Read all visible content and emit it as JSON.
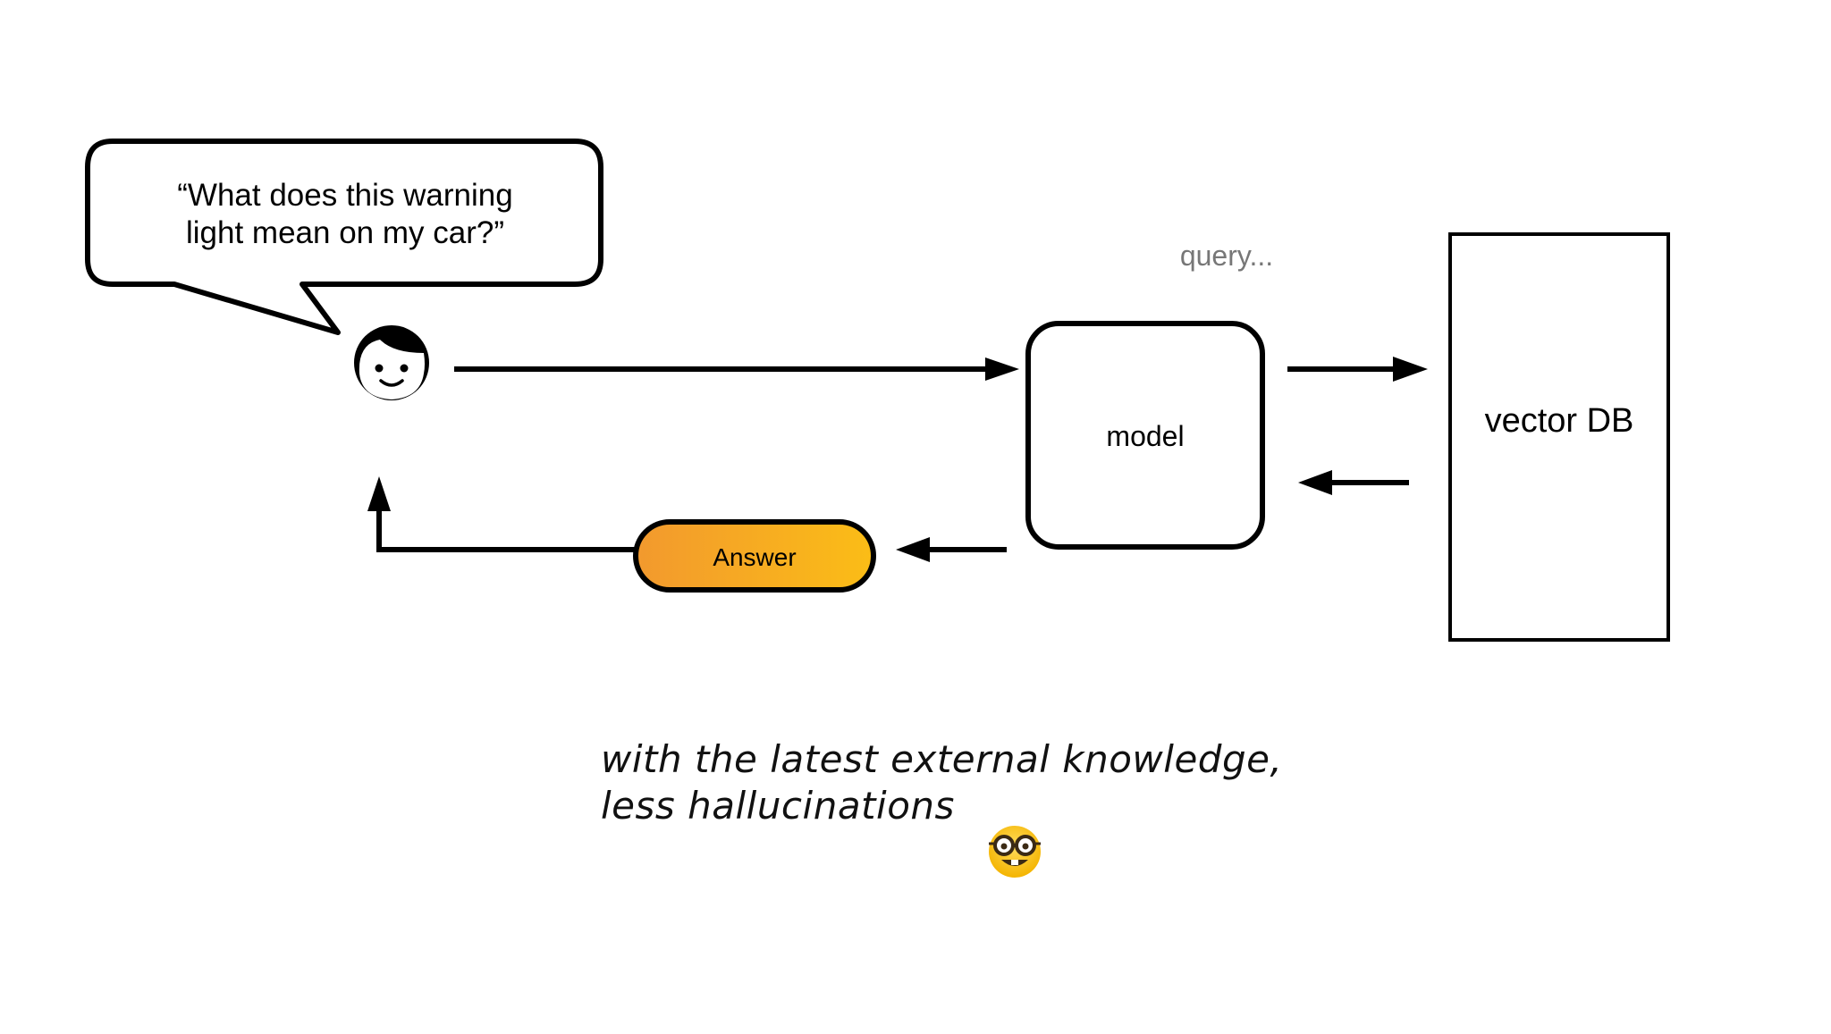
{
  "speech_bubble": {
    "line1": "“What does this warning",
    "line2": "light mean on my car?”"
  },
  "icons": {
    "user": "girl-face-icon",
    "emoji": "nerd-face-emoji"
  },
  "labels": {
    "query": "query...",
    "model": "model",
    "vector_db": "vector DB",
    "answer": "Answer"
  },
  "caption": {
    "line1": "with the latest external knowledge,",
    "line2": "less hallucinations"
  },
  "colors": {
    "stroke": "#000000",
    "query_text": "#777777",
    "answer_gradient_start": "#f2992e",
    "answer_gradient_end": "#fbbd16",
    "emoji_face": "#f7c93e"
  }
}
